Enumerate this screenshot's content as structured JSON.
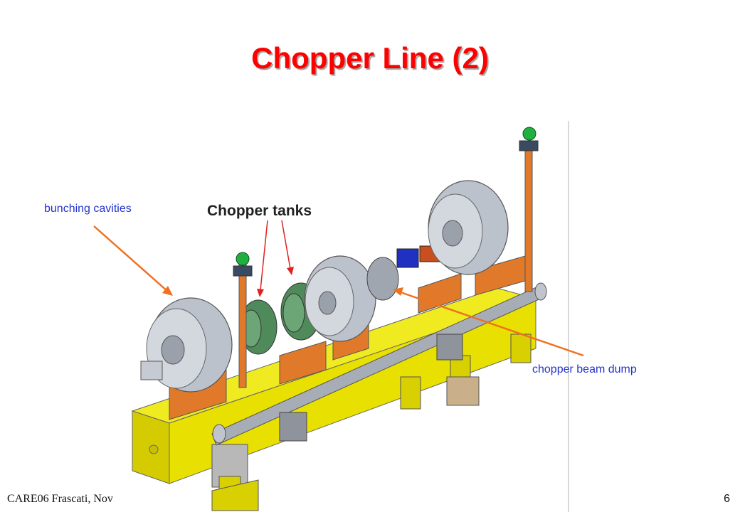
{
  "slide": {
    "title": "Chopper Line (2)",
    "page_number": "6"
  },
  "figure": {
    "tanks_label": "Chopper tanks",
    "colors": {
      "base_yellow": "#e8e000",
      "support_orange": "#e07a2a",
      "cavity_grey": "#b9bfc9",
      "pipe_grey": "#9aa0aa",
      "tank_green": "#4f8a5a",
      "marker_green": "#20b040",
      "magnet_blue": "#2030c0",
      "line_red": "#e02020"
    }
  },
  "annotations": {
    "bunching_cavities": "bunching cavities",
    "chopper_beam_dump": "chopper beam dump",
    "arrow_color": "#f07020"
  },
  "footer": {
    "left_text": "CARE06 Frascati, Nov"
  }
}
